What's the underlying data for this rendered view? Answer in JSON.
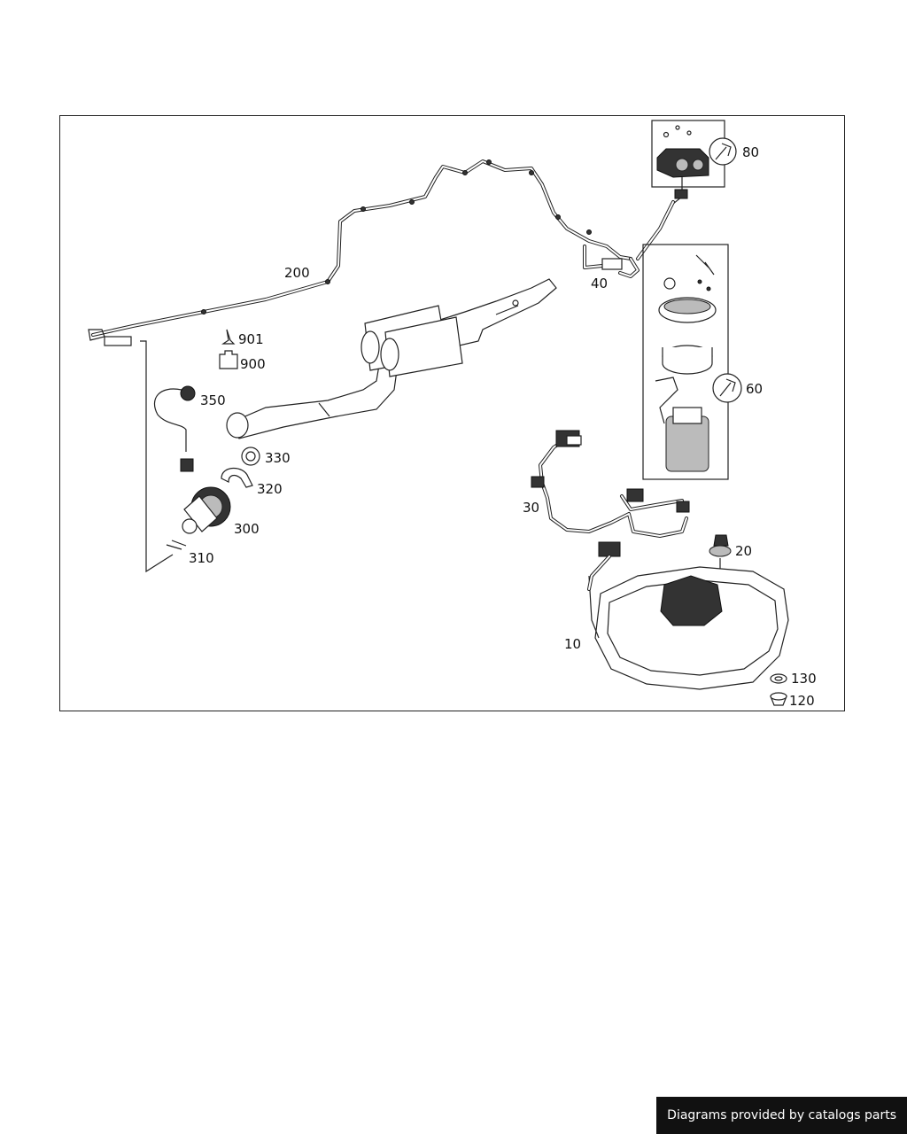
{
  "diagram": {
    "callouts": [
      {
        "id": "80",
        "text": "80"
      },
      {
        "id": "40",
        "text": "40"
      },
      {
        "id": "200",
        "text": "200"
      },
      {
        "id": "901",
        "text": "901"
      },
      {
        "id": "900",
        "text": "900"
      },
      {
        "id": "350",
        "text": "350"
      },
      {
        "id": "60",
        "text": "60"
      },
      {
        "id": "330",
        "text": "330"
      },
      {
        "id": "320",
        "text": "320"
      },
      {
        "id": "300",
        "text": "300"
      },
      {
        "id": "310",
        "text": "310"
      },
      {
        "id": "30",
        "text": "30"
      },
      {
        "id": "20",
        "text": "20"
      },
      {
        "id": "10",
        "text": "10"
      },
      {
        "id": "130",
        "text": "130"
      },
      {
        "id": "120",
        "text": "120"
      }
    ]
  },
  "footer": {
    "credit": "Diagrams provided by catalogs parts"
  }
}
